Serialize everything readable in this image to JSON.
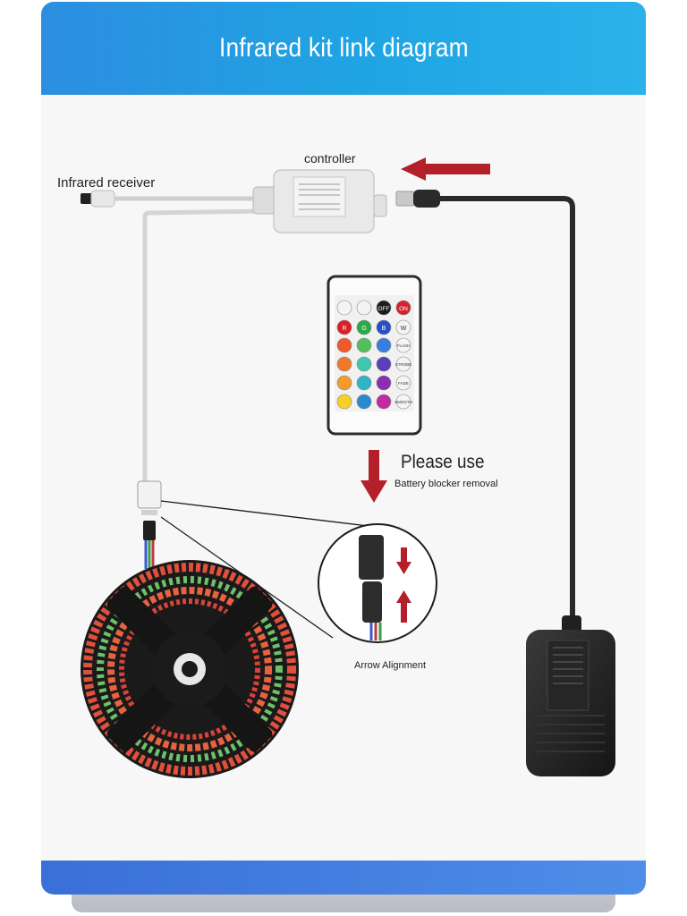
{
  "title": "Infrared kit link diagram",
  "labels": {
    "infrared_receiver": "Infrared receiver",
    "controller": "controller",
    "please_use": "Please use",
    "battery_blocker": "Battery blocker removal",
    "arrow_alignment": "Arrow Alignment"
  },
  "remote": {
    "buttons_top": [
      "OFF",
      "ON"
    ],
    "buttons_rgbw": [
      "R",
      "G",
      "B",
      "W"
    ],
    "side_buttons": [
      "FLASH",
      "STROBE",
      "FADE",
      "SMOOTH"
    ]
  },
  "colors": {
    "header": "#1fa5e3",
    "footer": "#3a6fd8",
    "arrow": "#b3202a",
    "cable": "#2a2a2a"
  }
}
